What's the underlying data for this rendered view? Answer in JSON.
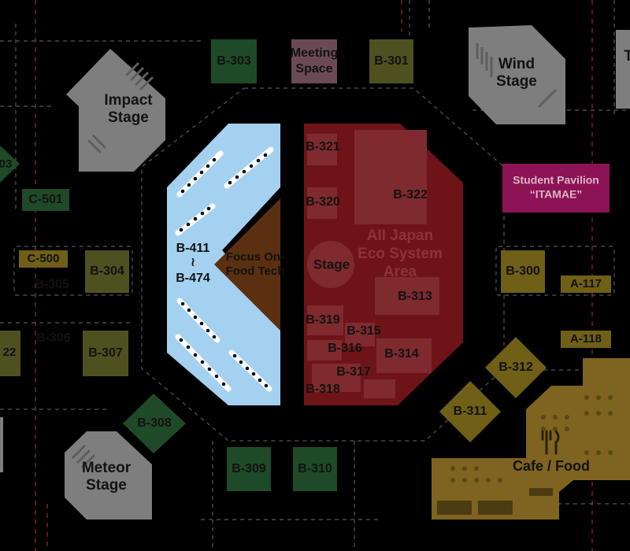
{
  "colors": {
    "background": "#000000",
    "aisle_dash": "#555555",
    "red_guide": "#7a1f2a",
    "green_booth": "#1f4a27",
    "olive_booth": "#4f5020",
    "gold_booth": "#6f5f17",
    "gray_stage": "#7e7e7e",
    "pink_booth": "#6b4a55",
    "magenta_booth": "#8c1355",
    "light_blue_zone": "#a5d1f1",
    "brown_zone": "#5a3011",
    "red_zone": "#6e1418",
    "cafe": "#7f6320"
  },
  "booths": {
    "b303": "B-303",
    "meeting": [
      "Meeting",
      "Space"
    ],
    "b301": "B-301",
    "c501": "C-501",
    "b03": "03",
    "c500": "C-500",
    "b304": "B-304",
    "b305": "B-305",
    "b306": "B-306",
    "b22": "22",
    "b307": "B-307",
    "b308": "B-308",
    "b309": "B-309",
    "b310": "B-310",
    "b300": "B-300",
    "a117": "A-117",
    "a118": "A-118",
    "b312": "B-312",
    "b311": "B-311",
    "t_partial": "T"
  },
  "stages": {
    "impact": [
      "Impact",
      "Stage"
    ],
    "wind": [
      "Wind",
      "Stage"
    ],
    "meteor": [
      "Meteor",
      "Stage"
    ]
  },
  "student_pavilion": [
    "Student Pavilion",
    "“ITAMAE”"
  ],
  "blue_zone": {
    "from": "B-411",
    "tilde": "≀",
    "to": "B-474"
  },
  "focus_zone": [
    "Focus On-",
    "Food Tech"
  ],
  "eco_zone": {
    "title": [
      "All Japan",
      "Eco System",
      "Area"
    ],
    "stage": "Stage",
    "booths": [
      "B-321",
      "B-320",
      "B-322",
      "B-313",
      "B-319",
      "B-315",
      "B-316",
      "B-314",
      "B-317",
      "B-318"
    ]
  },
  "cafe": {
    "label": "Cafe / Food",
    "icon": "fork-knife-icon"
  }
}
